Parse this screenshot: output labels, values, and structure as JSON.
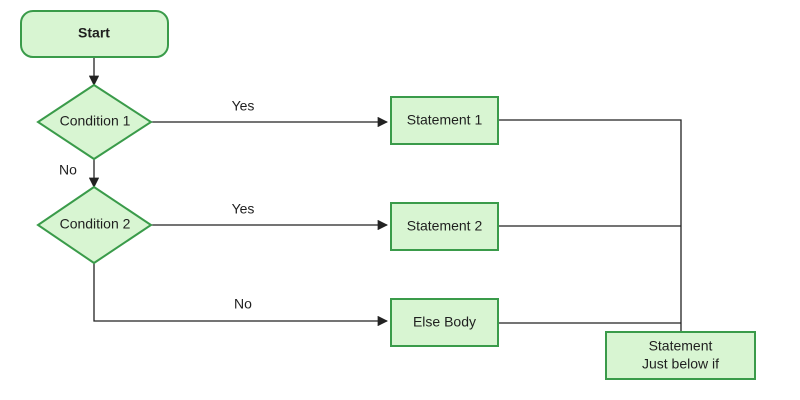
{
  "flowchart": {
    "nodes": {
      "start": "Start",
      "condition1": "Condition 1",
      "condition2": "Condition 2",
      "statement1": "Statement 1",
      "statement2": "Statement 2",
      "else_body": "Else Body",
      "after_if_line1": "Statement",
      "after_if_line2": "Just below if"
    },
    "edge_labels": {
      "c1_yes": "Yes",
      "c1_no": "No",
      "c2_yes": "Yes",
      "c2_no": "No"
    }
  },
  "colors": {
    "node_fill": "#d8f5d2",
    "node_border": "#3a9b4a",
    "connector": "#222222"
  }
}
